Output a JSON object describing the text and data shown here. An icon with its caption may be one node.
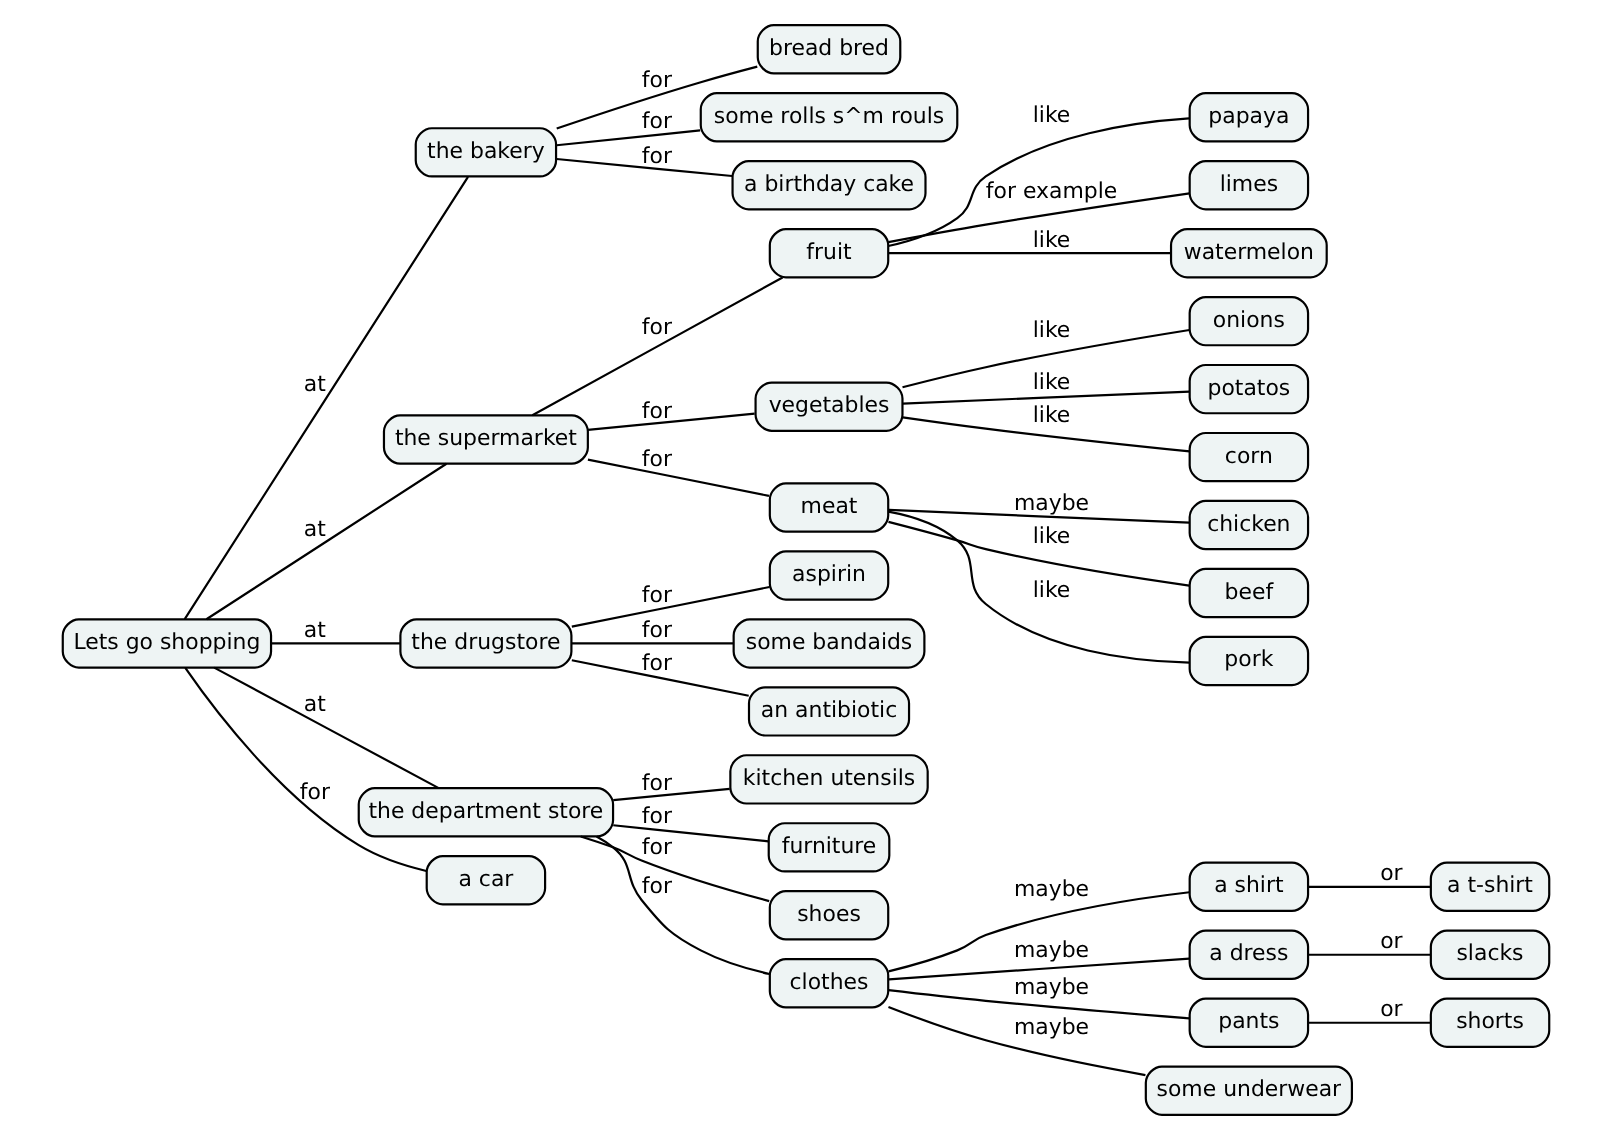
{
  "diagram": {
    "nodes": [
      {
        "text": [
          "Lets go shopping"
        ]
      },
      {
        "text": [
          "the bakery"
        ]
      },
      {
        "text": [
          "bread bred"
        ]
      },
      {
        "text": [
          "some rolls s^m rouls"
        ]
      },
      {
        "text": [
          "a birthday cake"
        ]
      },
      {
        "text": [
          "the supermarket"
        ]
      },
      {
        "text": [
          "fruit"
        ]
      },
      {
        "text": [
          "papaya"
        ]
      },
      {
        "text": [
          "limes"
        ]
      },
      {
        "text": [
          "watermelon"
        ]
      },
      {
        "text": [
          "vegetables"
        ]
      },
      {
        "text": [
          "onions"
        ]
      },
      {
        "text": [
          "potatos"
        ]
      },
      {
        "text": [
          "corn"
        ]
      },
      {
        "text": [
          "meat"
        ]
      },
      {
        "text": [
          "chicken"
        ]
      },
      {
        "text": [
          "beef"
        ]
      },
      {
        "text": [
          "pork"
        ]
      },
      {
        "text": [
          "the drugstore"
        ]
      },
      {
        "text": [
          "aspirin"
        ]
      },
      {
        "text": [
          "some bandaids"
        ]
      },
      {
        "text": [
          "an antibiotic"
        ]
      },
      {
        "text": [
          "the department store"
        ]
      },
      {
        "text": [
          "kitchen utensils"
        ]
      },
      {
        "text": [
          "furniture"
        ]
      },
      {
        "text": [
          "shoes"
        ]
      },
      {
        "text": [
          "clothes"
        ]
      },
      {
        "text": [
          "a shirt"
        ]
      },
      {
        "text": [
          "a t-shirt"
        ]
      },
      {
        "text": [
          "a dress"
        ]
      },
      {
        "text": [
          "slacks"
        ]
      },
      {
        "text": [
          "pants"
        ]
      },
      {
        "text": [
          "shorts"
        ]
      },
      {
        "text": [
          "some underwear"
        ]
      },
      {
        "text": [
          "a car"
        ]
      }
    ],
    "edges": [
      {
        "from": 0,
        "to": 1,
        "arrow": "none",
        "label": "at"
      },
      {
        "from": 1,
        "to": 2,
        "arrow": "none",
        "label": "for"
      },
      {
        "from": 1,
        "to": 3,
        "arrow": "none",
        "label": "for"
      },
      {
        "from": 1,
        "to": 4,
        "arrow": "none",
        "label": "for"
      },
      {
        "from": 0,
        "to": 5,
        "arrow": "none",
        "label": "at"
      },
      {
        "from": 5,
        "to": 6,
        "arrow": "none",
        "label": "for"
      },
      {
        "from": 6,
        "to": 7,
        "arrow": "none",
        "label": "like"
      },
      {
        "from": 6,
        "to": 8,
        "arrow": "none",
        "label": "for example"
      },
      {
        "from": 6,
        "to": 9,
        "arrow": "none",
        "label": "like"
      },
      {
        "from": 5,
        "to": 10,
        "arrow": "none",
        "label": "for"
      },
      {
        "from": 10,
        "to": 11,
        "arrow": "none",
        "label": "like"
      },
      {
        "from": 10,
        "to": 12,
        "arrow": "none",
        "label": "like"
      },
      {
        "from": 10,
        "to": 13,
        "arrow": "none",
        "label": "like"
      },
      {
        "from": 5,
        "to": 14,
        "arrow": "none",
        "label": "for"
      },
      {
        "from": 14,
        "to": 15,
        "arrow": "none",
        "label": "maybe"
      },
      {
        "from": 14,
        "to": 16,
        "arrow": "none",
        "label": "like"
      },
      {
        "from": 14,
        "to": 17,
        "arrow": "none",
        "label": "like"
      },
      {
        "from": 0,
        "to": 18,
        "arrow": "none",
        "label": "at"
      },
      {
        "from": 18,
        "to": 19,
        "arrow": "none",
        "label": "for"
      },
      {
        "from": 18,
        "to": 20,
        "arrow": "none",
        "label": "for"
      },
      {
        "from": 18,
        "to": 21,
        "arrow": "none",
        "label": "for"
      },
      {
        "from": 0,
        "to": 22,
        "arrow": "none",
        "label": "at"
      },
      {
        "from": 22,
        "to": 23,
        "arrow": "none",
        "label": "for"
      },
      {
        "from": 22,
        "to": 24,
        "arrow": "none",
        "label": "for"
      },
      {
        "from": 22,
        "to": 25,
        "arrow": "none",
        "label": "for"
      },
      {
        "from": 22,
        "to": 26,
        "arrow": "none",
        "label": "for"
      },
      {
        "from": 26,
        "to": 27,
        "arrow": "none",
        "label": "maybe"
      },
      {
        "from": 27,
        "to": 28,
        "arrow": "none",
        "label": "or"
      },
      {
        "from": 26,
        "to": 29,
        "arrow": "none",
        "label": "maybe"
      },
      {
        "from": 29,
        "to": 30,
        "arrow": "none",
        "label": "or"
      },
      {
        "from": 26,
        "to": 31,
        "arrow": "none",
        "label": "maybe"
      },
      {
        "from": 31,
        "to": 32,
        "arrow": "none",
        "label": "or"
      },
      {
        "from": 26,
        "to": 33,
        "arrow": "none",
        "label": "maybe"
      },
      {
        "from": 0,
        "to": 34,
        "arrow": "none",
        "label": "for"
      }
    ]
  }
}
